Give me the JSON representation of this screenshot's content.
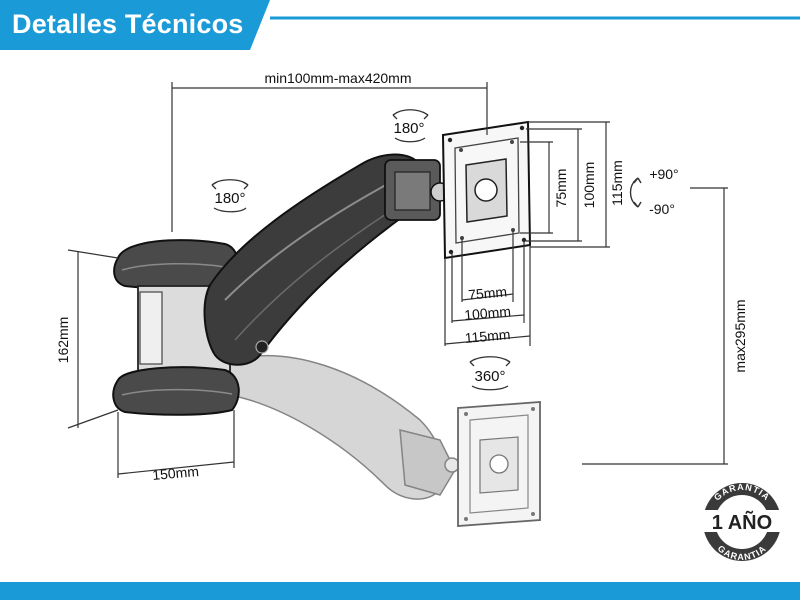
{
  "header": {
    "title": "Detalles Técnicos"
  },
  "colors": {
    "accent": "#1a9ad7",
    "line": "#222222",
    "arm_fill": "#3c3c3c",
    "ghost_fill": "#bdbdbd"
  },
  "dimensions": {
    "arm_reach": "min100mm-max420mm",
    "vesa_h_75": "75mm",
    "vesa_h_100": "100mm",
    "vesa_h_115": "115mm",
    "vesa_v_75": "75mm",
    "vesa_v_100": "100mm",
    "vesa_v_115": "115mm",
    "base_height": "162mm",
    "base_width": "150mm",
    "max_height": "max295mm"
  },
  "rotations": {
    "top": "180°",
    "left": "180°",
    "swivel": "360°",
    "tilt_up": "+90°",
    "tilt_down": "-90°"
  },
  "warranty": {
    "top_text": "GARANTIA",
    "center_text": "1 AÑO",
    "bottom_text": "GARANTIA"
  }
}
